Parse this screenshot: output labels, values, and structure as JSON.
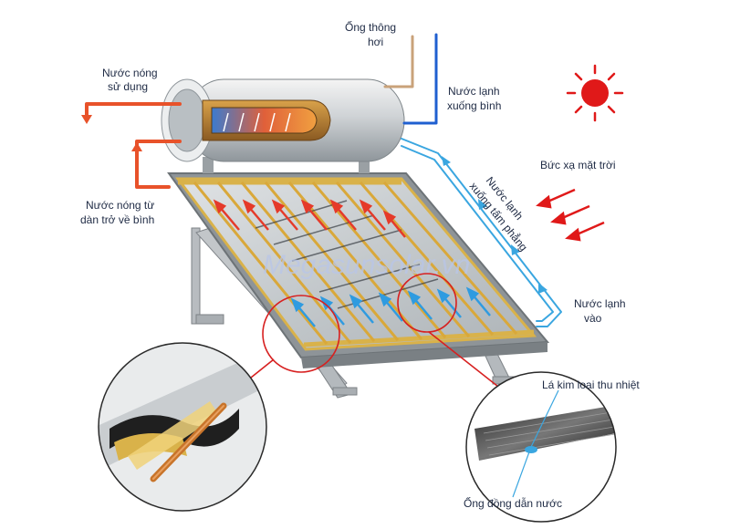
{
  "labels": {
    "hot_use_1": "Nước nóng",
    "hot_use_2": "sử dụng",
    "vent_1": "Ống thông",
    "vent_2": "hơi",
    "cold_tank_1": "Nước lạnh",
    "cold_tank_2": "xuống bình",
    "sun_radiation": "Bức xạ mặt trời",
    "cold_panel_1": "Nước lạnh",
    "cold_panel_2": "xuống tấm phẳng",
    "hot_return_1": "Nước nóng từ",
    "hot_return_2": "dàn trở về bình",
    "cold_in_1": "Nước lạnh",
    "cold_in_2": "vào",
    "absorber_fin": "Lá kim loại thu nhiệt",
    "copper_pipe": "Ống đồng dẫn nước"
  },
  "watermark": "Megasunsolar.vn",
  "colors": {
    "hot": "#e8522a",
    "cold": "#3aa6e0",
    "vent": "#c9a27a",
    "sun": "#e01919",
    "frame": "#d9b24a",
    "pipe_blue": "#1f5fd0"
  }
}
